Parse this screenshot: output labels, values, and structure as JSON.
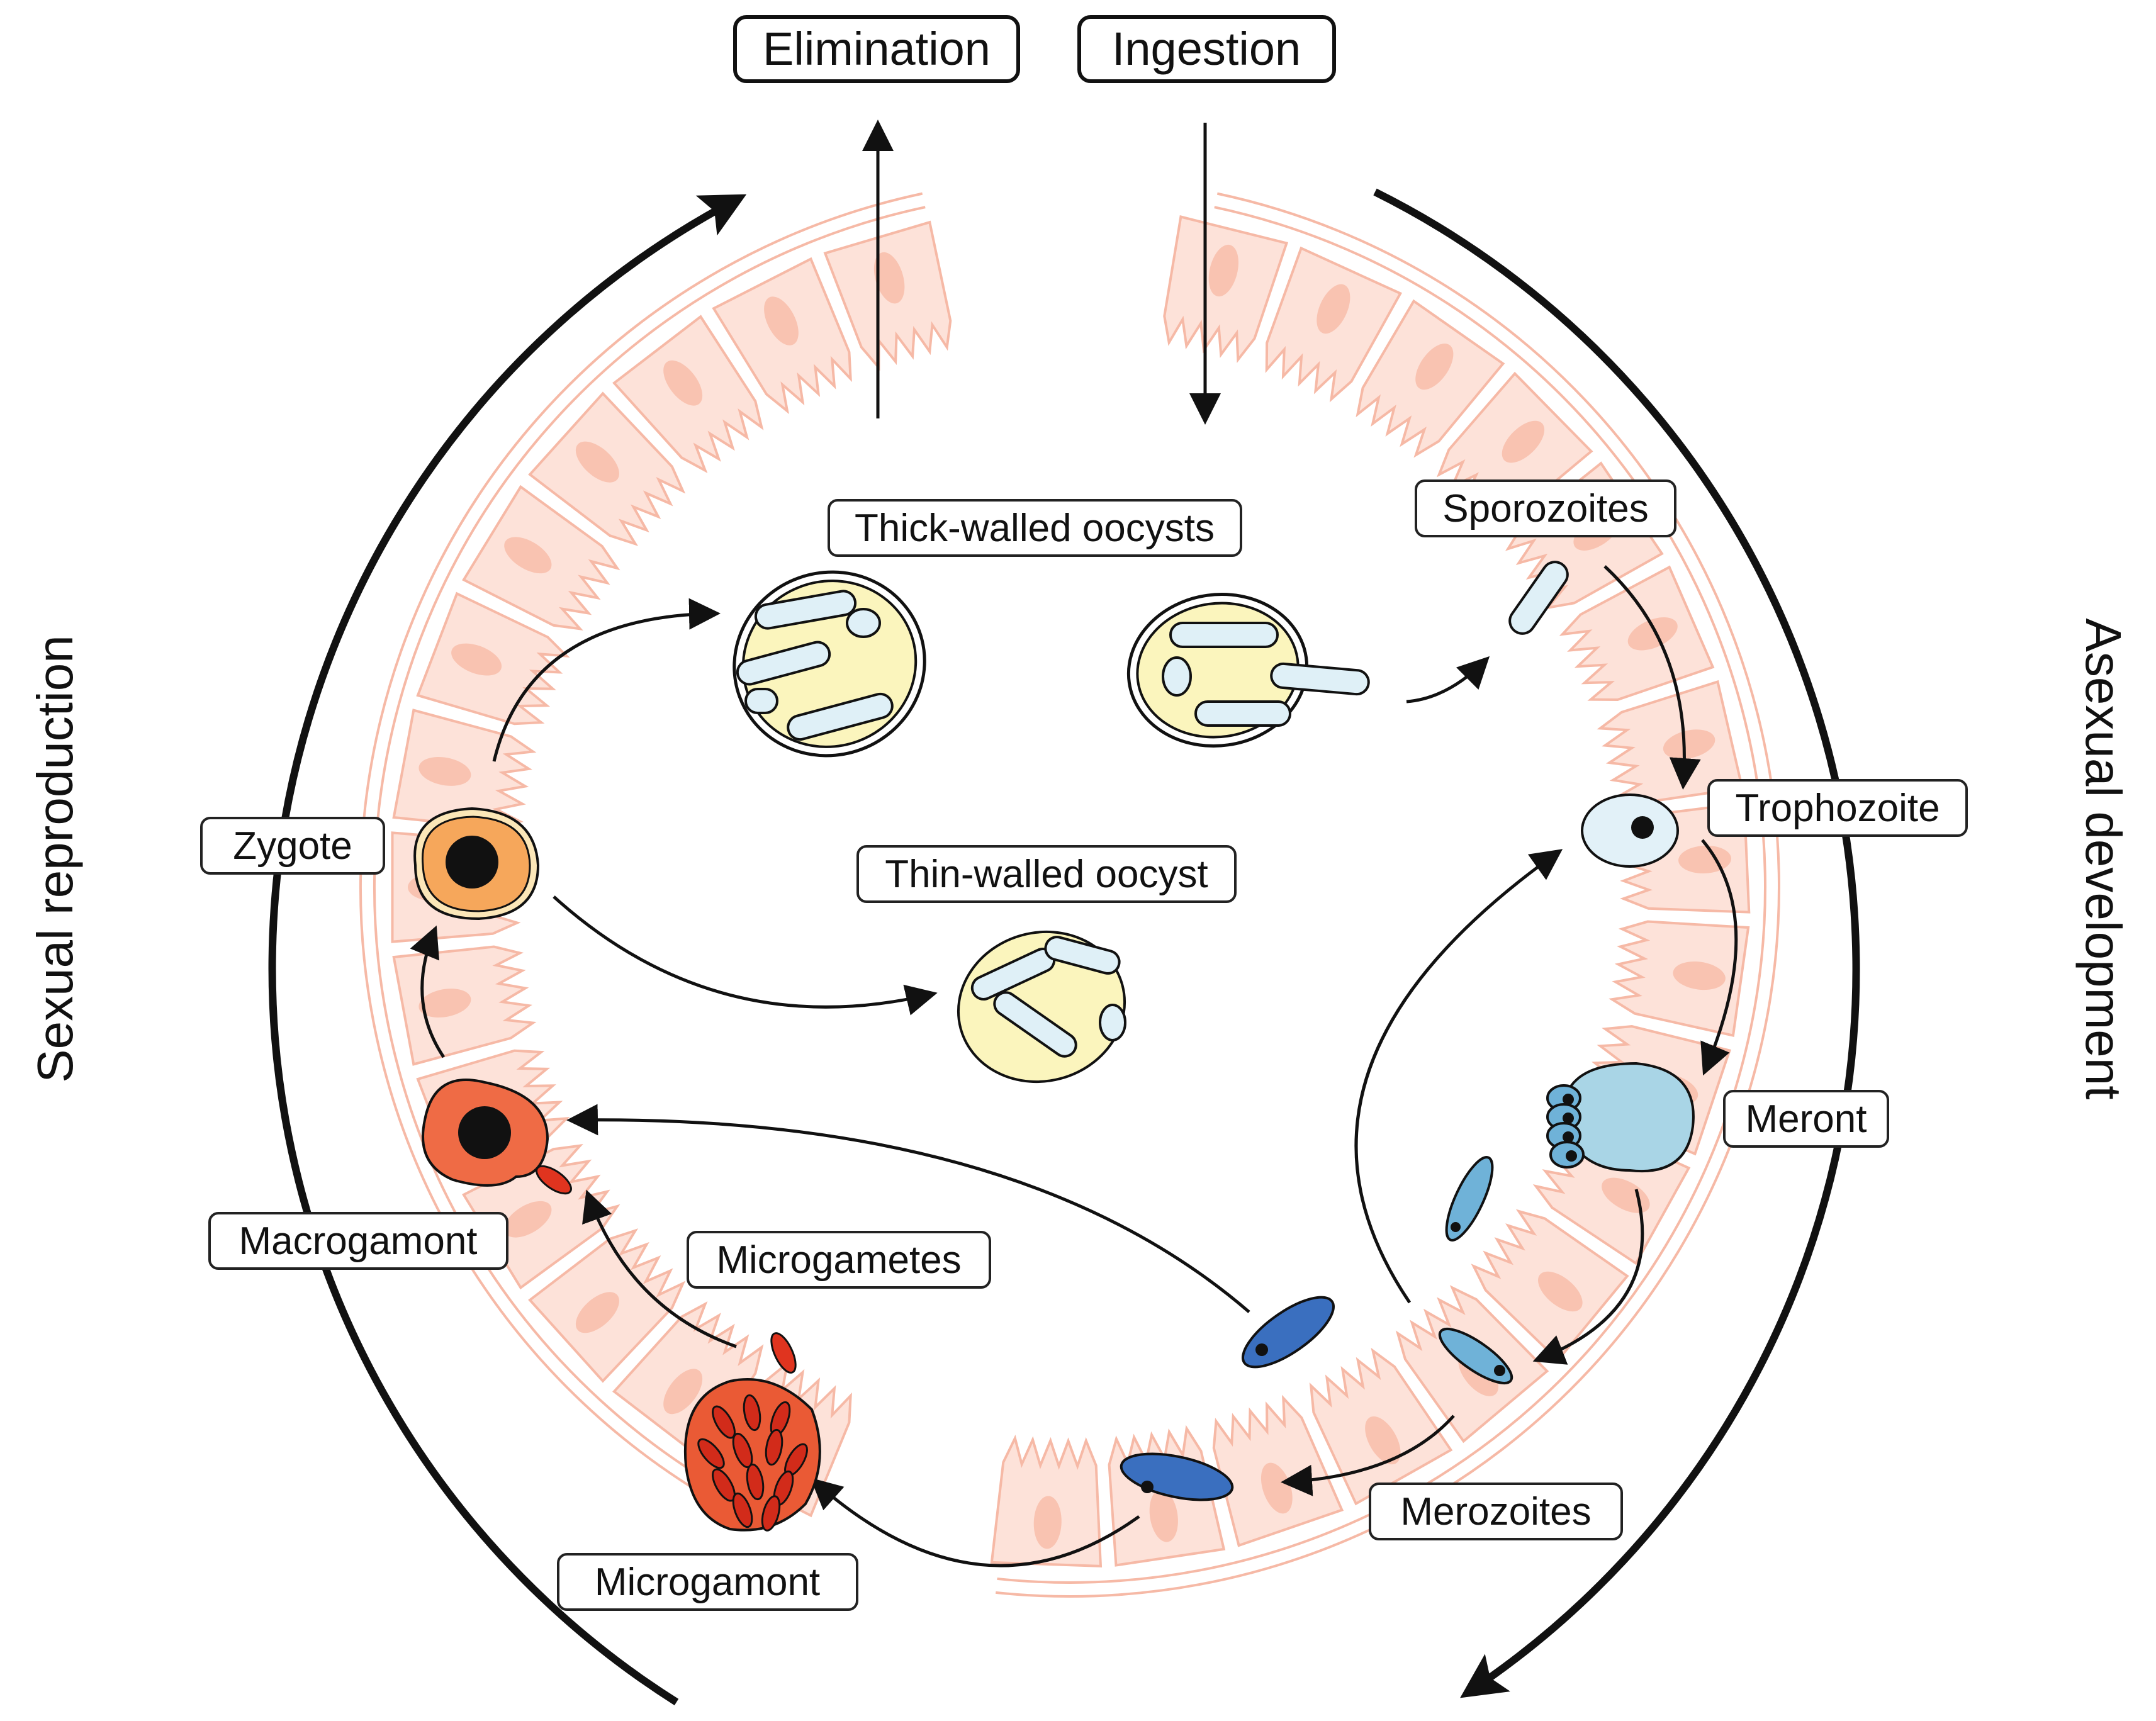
{
  "labels": {
    "elimination": "Elimination",
    "ingestion": "Ingestion",
    "thick_walled_oocysts": "Thick-walled oocysts",
    "sporozoites": "Sporozoites",
    "zygote": "Zygote",
    "thin_walled_oocyst": "Thin-walled oocyst",
    "trophozoite": "Trophozoite",
    "meront": "Meront",
    "macrogamont": "Macrogamont",
    "microgametes": "Microgametes",
    "merozoites": "Merozoites",
    "microgamont": "Microgamont"
  },
  "side_labels": {
    "left": "Sexual reproduction",
    "right": "Asexual development"
  },
  "colors": {
    "epithelium_fill": "#fde2d9",
    "epithelium_stroke": "#f6b9a6",
    "oocyst": "#fbf5bd",
    "sporozoite": "#dff0f7",
    "trophozoite": "#e2f1f8",
    "meront": "#a9d5e6",
    "merozoite_light": "#6fb2d8",
    "merozoite_dark": "#3a6fbf",
    "zygote": "#f6a75b",
    "macrogamont": "#ef6b45",
    "microgamete": "#e0341f",
    "microgamont": "#ea5a35"
  }
}
